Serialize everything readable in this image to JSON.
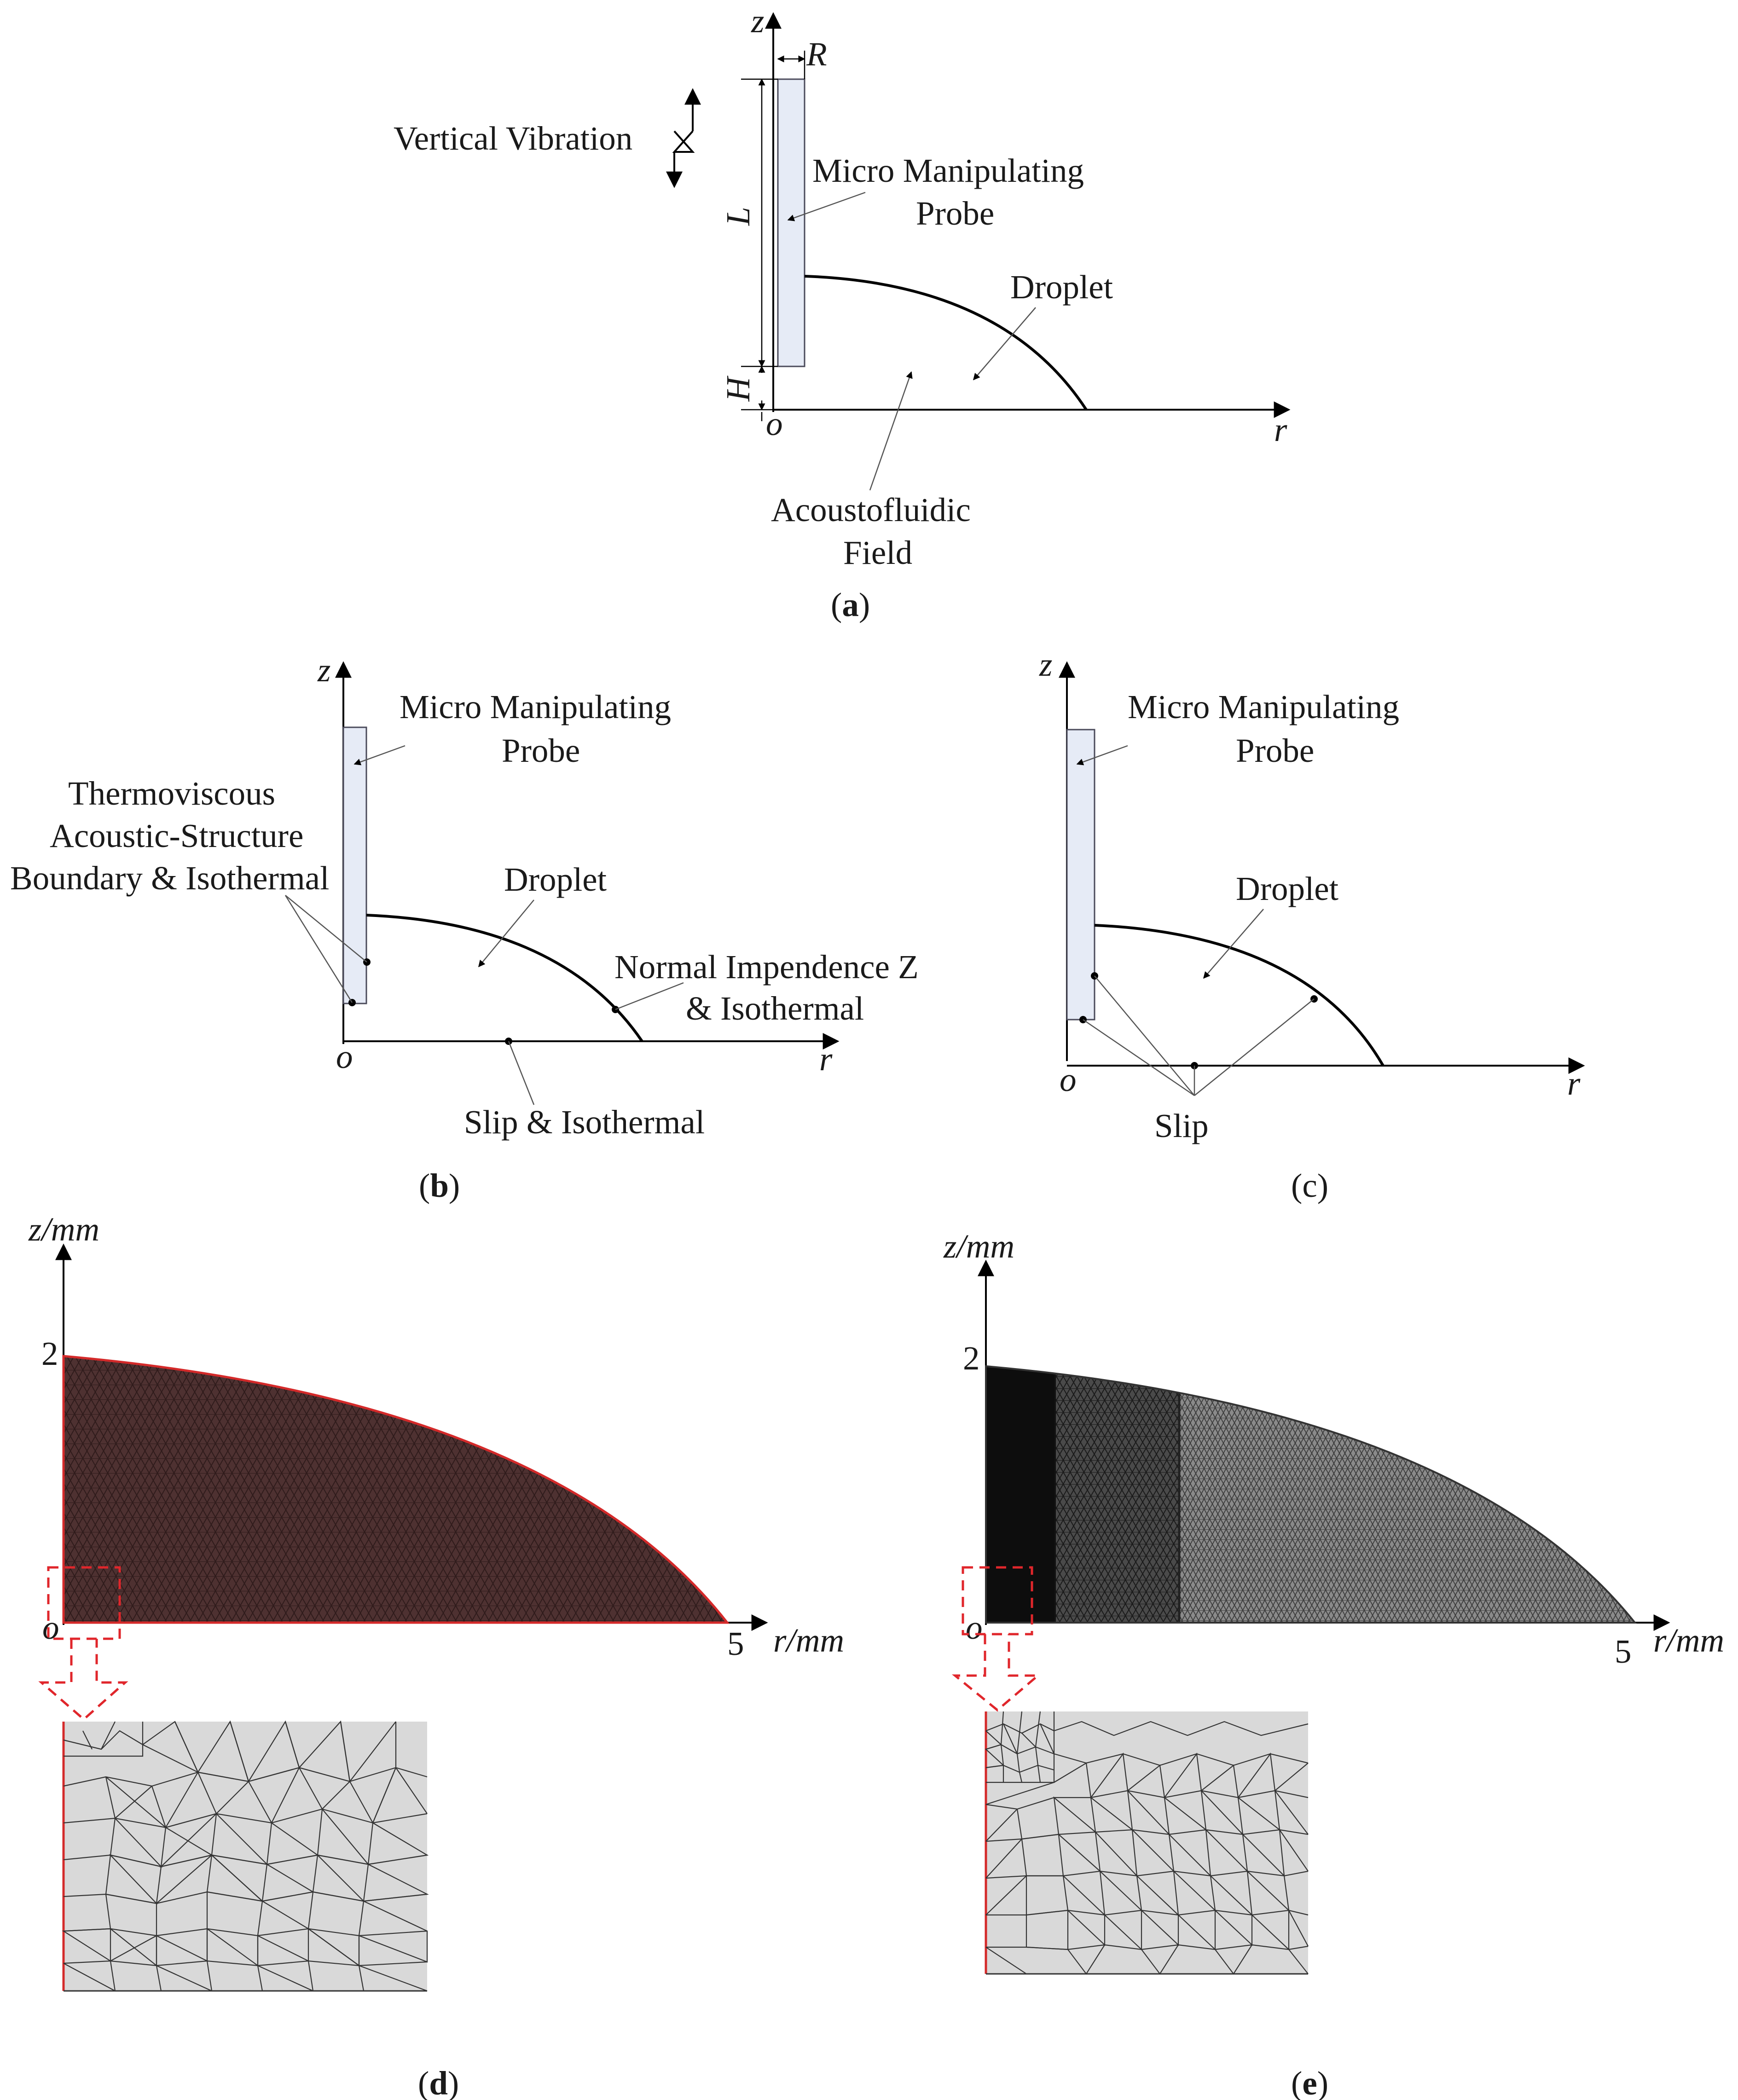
{
  "panel_a": {
    "axis_z": "z",
    "axis_r": "r",
    "origin": "o",
    "dim_R": "R",
    "dim_L": "L",
    "dim_H": "H",
    "vibration": "Vertical Vibration",
    "probe_line1": "Micro Manipulating",
    "probe_line2": "Probe",
    "droplet": "Droplet",
    "field_line1": "Acoustofluidic",
    "field_line2": "Field",
    "caption": "a"
  },
  "panel_b": {
    "axis_z": "z",
    "axis_r": "r",
    "origin": "o",
    "probe_line1": "Micro Manipulating",
    "probe_line2": "Probe",
    "boundary_line1": "Thermoviscous",
    "boundary_line2": "Acoustic-Structure",
    "boundary_line3": "Boundary & Isothermal",
    "droplet": "Droplet",
    "impedance_line1": "Normal Impendence Z",
    "impedance_line2": "& Isothermal",
    "slip": "Slip & Isothermal",
    "caption": "b"
  },
  "panel_c": {
    "axis_z": "z",
    "axis_r": "r",
    "origin": "o",
    "probe_line1": "Micro Manipulating",
    "probe_line2": "Probe",
    "droplet": "Droplet",
    "slip": "Slip",
    "caption": "c"
  },
  "panel_d": {
    "axis_z": "z/mm",
    "axis_r": "r/mm",
    "origin": "o",
    "tick_z": "2",
    "tick_r": "5",
    "caption": "d"
  },
  "panel_e": {
    "axis_z": "z/mm",
    "axis_r": "r/mm",
    "origin": "o",
    "tick_z": "2",
    "tick_r": "5",
    "caption": "e"
  },
  "colors": {
    "probe_fill": "#e6ebf6",
    "mesh_d_fill": "#4a3232",
    "mesh_d_edge": "#d42a2a",
    "mesh_e_dark": "#0d0d0d",
    "mesh_e_mid": "#3a3a3a",
    "mesh_e_light": "#7a7a7a",
    "zoom_bg": "#d9d9d9",
    "zoom_arrow": "#e0262b"
  }
}
